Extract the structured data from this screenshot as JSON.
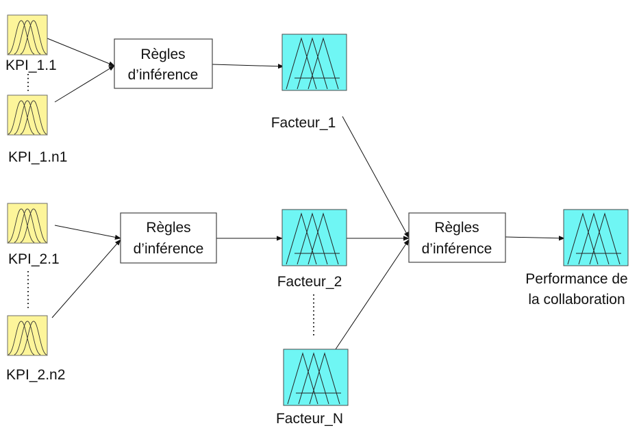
{
  "inputs": [
    {
      "id": "kpi_1_1",
      "label": "KPI_1.1"
    },
    {
      "id": "kpi_1_n1",
      "label": "KPI_1.n1"
    },
    {
      "id": "kpi_2_1",
      "label": "KPI_2.1"
    },
    {
      "id": "kpi_2_n2",
      "label": "KPI_2.n2"
    }
  ],
  "rules": {
    "line1": "Règles",
    "line2": "d’inférence"
  },
  "factors": [
    {
      "id": "facteur_1",
      "label": "Facteur_1"
    },
    {
      "id": "facteur_2",
      "label": "Facteur_2"
    },
    {
      "id": "facteur_n",
      "label": "Facteur_N"
    }
  ],
  "output": {
    "line1": "Performance de",
    "line2": "la collaboration"
  },
  "colors": {
    "kpi_fill": "#fdf59a",
    "factor_fill": "#6ff6f4"
  },
  "icons": {
    "kpi": "gaussian-membership-icon",
    "factor": "triangular-membership-icon"
  }
}
